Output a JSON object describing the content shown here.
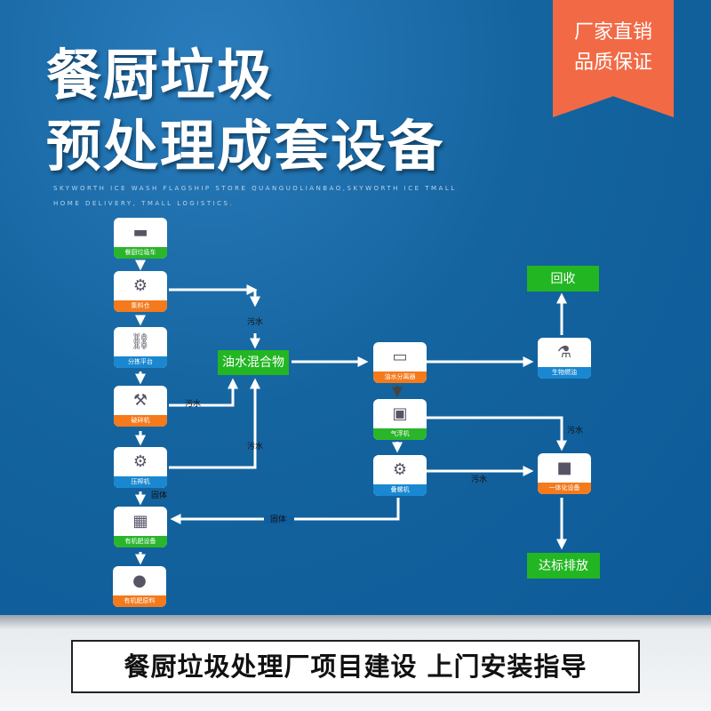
{
  "title": {
    "line1": "餐厨垃圾",
    "line2": "预处理成套设备",
    "subtitle1": "SKYWORTH ICE WASH FLAGSHIP STORE QUANGUOLIANBAO,SKYWORTH ICE TMALL",
    "subtitle2": "HOME DELIVERY, TMALL LOGISTICS."
  },
  "badge": {
    "line1": "厂家直销",
    "line2": "品质保证",
    "color": "#f26a45"
  },
  "equipment": [
    {
      "label": "餐厨垃圾车",
      "color": "green",
      "icon": "truck-icon"
    },
    {
      "label": "集料仓",
      "color": "orange",
      "icon": "hopper-icon"
    },
    {
      "label": "分拣平台",
      "color": "blue",
      "icon": "conveyor-icon"
    },
    {
      "label": "破碎机",
      "color": "orange",
      "icon": "crusher-icon"
    },
    {
      "label": "压榨机",
      "color": "blue",
      "icon": "press-icon"
    },
    {
      "label": "有机肥设备",
      "color": "green",
      "icon": "fertilizer-machine-icon"
    },
    {
      "label": "有机肥原料",
      "color": "orange",
      "icon": "compost-pile-icon"
    },
    {
      "label": "油水分离器",
      "color": "orange",
      "icon": "separator-icon"
    },
    {
      "label": "气浮机",
      "color": "green",
      "icon": "flotation-icon"
    },
    {
      "label": "叠螺机",
      "color": "blue",
      "icon": "screw-press-icon"
    },
    {
      "label": "生物燃油",
      "color": "blue",
      "icon": "beaker-icon"
    },
    {
      "label": "一体化设备",
      "color": "orange",
      "icon": "treatment-tank-icon"
    }
  ],
  "stages": {
    "mixture": "油水混合物",
    "recycle": "回收",
    "discharge": "达标排放"
  },
  "flow_labels": {
    "sewage": "污水",
    "solid": "固体"
  },
  "bottom_banner": "餐厨垃圾处理厂项目建设 上门安装指导"
}
